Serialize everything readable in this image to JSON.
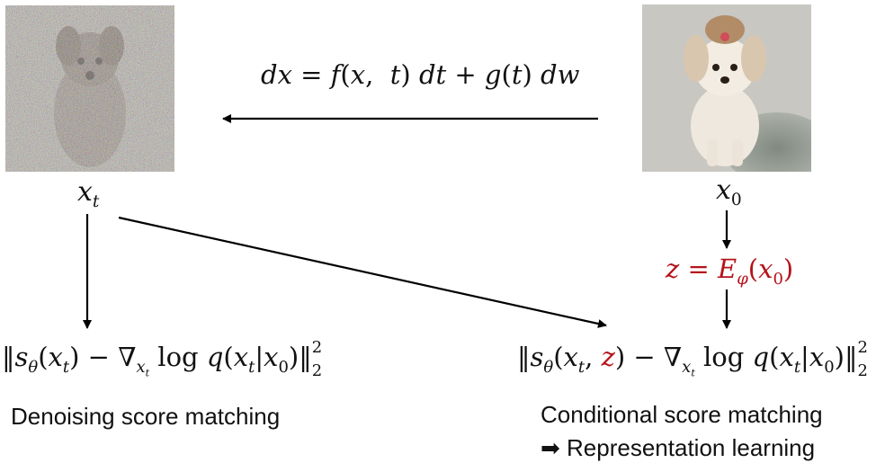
{
  "labels": {
    "forward_sde": "dx = f(x,  t) dt + g(t) dw",
    "xt": "x_t",
    "x0": "x_0",
    "encoder": "z = E_φ(x_0)",
    "dsm_loss": "||s_θ(x_t) − ∇_{x_t} log q(x_t|x_0)||_2^2",
    "csm_loss": "||s_θ(x_t, z) − ∇_{x_t} log q(x_t|x_0)||_2^2",
    "dsm_caption": "Denoising score matching",
    "csm_caption": "Conditional score matching",
    "repr_caption": "Representation learning"
  },
  "colors": {
    "highlight": "#b5121b",
    "text": "#111111",
    "arrow": "#000000"
  },
  "images": {
    "noisy": "noisy-dog-image",
    "clean": "clean-dog-image"
  }
}
